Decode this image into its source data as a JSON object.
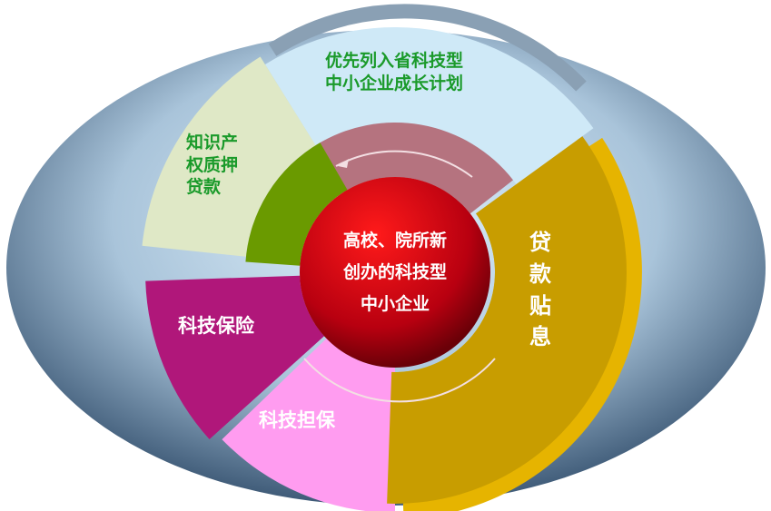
{
  "center": {
    "lines": [
      "高校、院所新",
      "创办的科技型",
      "中小企业"
    ]
  },
  "segments": {
    "top": {
      "lines": [
        "优先列入省科技型",
        "中小企业成长计划"
      ]
    },
    "ip_loan": {
      "lines": [
        "知识产",
        "权质押",
        "贷款"
      ]
    },
    "subsidy": {
      "lines": [
        "贷",
        "款",
        "贴",
        "息"
      ]
    },
    "insurance": {
      "label": "科技保险"
    },
    "guarantee": {
      "label": "科技担保"
    }
  },
  "colors": {
    "gold": "#c89d00",
    "magenta": "#b0177a",
    "pink": "#ff9cf0",
    "green": "#6a9a00",
    "cream": "#dfe8c6",
    "lightblue": "#cfe9f7",
    "mauve": "#b5737f",
    "red": "#c0000a"
  }
}
